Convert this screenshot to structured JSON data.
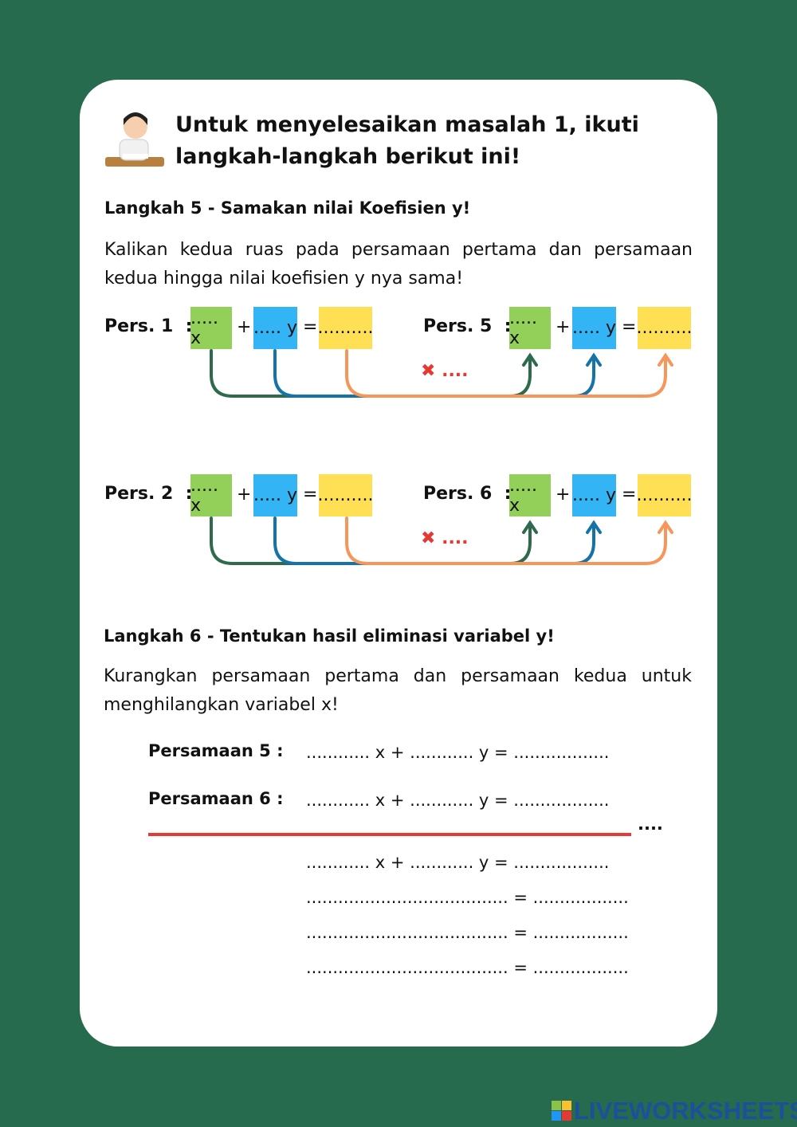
{
  "title": "Untuk menyelesaikan masalah 1, ikuti langkah-langkah berikut ini!",
  "step5": {
    "heading": "Langkah 5 - Samakan nilai Koefisien y!",
    "text": "Kalikan kedua ruas pada persamaan pertama dan persamaan kedua hingga nilai koefisien y nya sama!",
    "rows": [
      {
        "left": "Pers. 1  :",
        "right": "Pers. 5  :"
      },
      {
        "left": "Pers. 2  :",
        "right": "Pers. 6  :"
      }
    ],
    "blank_short": ".....",
    "blank_long": "..........",
    "x": "x",
    "y": "y",
    "plus": "+",
    "equals": "=",
    "multiply": "✖ ...."
  },
  "step6": {
    "heading": "Langkah 6 - Tentukan hasil eliminasi variabel y!",
    "text": "Kurangkan persamaan pertama dan persamaan kedua untuk menghilangkan variabel x!",
    "eq5_label": "Persamaan 5 :",
    "eq6_label": "Persamaan 6 :",
    "eq_line": "............ x + ............ y = ..................",
    "op": "....",
    "result_lines": [
      "............ x + ............ y = ..................",
      "...................................... = ..................",
      "...................................... = ..................",
      "...................................... = .................."
    ]
  },
  "footer": {
    "logo": "LIVEWORKSHEETS"
  },
  "colors": {
    "bg": "#276b4e",
    "green": "#2e6b4c",
    "blue": "#1673a8",
    "orange": "#f5975a",
    "red": "#e53935"
  }
}
